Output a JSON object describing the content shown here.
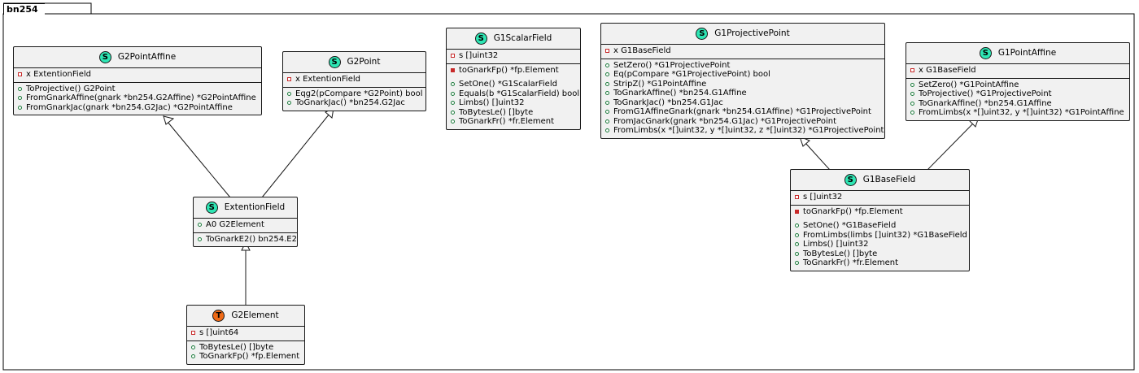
{
  "package": {
    "name": "bn254"
  },
  "classes": {
    "g2pointaffine": {
      "stereotype": "S",
      "name": "G2PointAffine",
      "fields": [
        {
          "vis": "private",
          "text": "x ExtentionField"
        }
      ],
      "methods": [
        {
          "vis": "public",
          "text": "ToProjective() G2Point"
        },
        {
          "vis": "public",
          "text": "FromGnarkAffine(gnark *bn254.G2Affine) *G2PointAffine"
        },
        {
          "vis": "public",
          "text": "FromGnarkJac(gnark *bn254.G2Jac) *G2PointAffine"
        }
      ]
    },
    "g2point": {
      "stereotype": "S",
      "name": "G2Point",
      "fields": [
        {
          "vis": "private",
          "text": "x ExtentionField"
        }
      ],
      "methods": [
        {
          "vis": "public",
          "text": "Eqg2(pCompare *G2Point) bool"
        },
        {
          "vis": "public",
          "text": "ToGnarkJac() *bn254.G2Jac"
        }
      ]
    },
    "g1scalarfield": {
      "stereotype": "S",
      "name": "G1ScalarField",
      "fields": [
        {
          "vis": "private",
          "text": "s []uint32"
        }
      ],
      "methods": [
        {
          "vis": "private-method",
          "text": "toGnarkFp() *fp.Element"
        },
        {
          "vis": "blank",
          "text": ""
        },
        {
          "vis": "public",
          "text": "SetOne() *G1ScalarField"
        },
        {
          "vis": "public",
          "text": "Equals(b *G1ScalarField) bool"
        },
        {
          "vis": "public",
          "text": "Limbs() []uint32"
        },
        {
          "vis": "public",
          "text": "ToBytesLe() []byte"
        },
        {
          "vis": "public",
          "text": "ToGnarkFr() *fr.Element"
        }
      ]
    },
    "g1projectivepoint": {
      "stereotype": "S",
      "name": "G1ProjectivePoint",
      "fields": [
        {
          "vis": "private",
          "text": "x G1BaseField"
        }
      ],
      "methods": [
        {
          "vis": "public",
          "text": "SetZero() *G1ProjectivePoint"
        },
        {
          "vis": "public",
          "text": "Eq(pCompare *G1ProjectivePoint) bool"
        },
        {
          "vis": "public",
          "text": "StripZ() *G1PointAffine"
        },
        {
          "vis": "public",
          "text": "ToGnarkAffine() *bn254.G1Affine"
        },
        {
          "vis": "public",
          "text": "ToGnarkJac() *bn254.G1Jac"
        },
        {
          "vis": "public",
          "text": "FromG1AffineGnark(gnark *bn254.G1Affine) *G1ProjectivePoint"
        },
        {
          "vis": "public",
          "text": "FromJacGnark(gnark *bn254.G1Jac) *G1ProjectivePoint"
        },
        {
          "vis": "public",
          "text": "FromLimbs(x *[]uint32, y *[]uint32, z *[]uint32) *G1ProjectivePoint"
        }
      ]
    },
    "g1pointaffine": {
      "stereotype": "S",
      "name": "G1PointAffine",
      "fields": [
        {
          "vis": "private",
          "text": "x G1BaseField"
        }
      ],
      "methods": [
        {
          "vis": "public",
          "text": "SetZero() *G1PointAffine"
        },
        {
          "vis": "public",
          "text": "ToProjective() *G1ProjectivePoint"
        },
        {
          "vis": "public",
          "text": "ToGnarkAffine() *bn254.G1Affine"
        },
        {
          "vis": "public",
          "text": "FromLimbs(x *[]uint32, y *[]uint32) *G1PointAffine"
        }
      ]
    },
    "extentionfield": {
      "stereotype": "S",
      "name": "ExtentionField",
      "fields": [
        {
          "vis": "public",
          "text": "A0 G2Element"
        }
      ],
      "methods": [
        {
          "vis": "public",
          "text": "ToGnarkE2() bn254.E2"
        }
      ]
    },
    "g1basefield": {
      "stereotype": "S",
      "name": "G1BaseField",
      "fields": [
        {
          "vis": "private",
          "text": "s []uint32"
        }
      ],
      "methods": [
        {
          "vis": "private-method",
          "text": "toGnarkFp() *fp.Element"
        },
        {
          "vis": "blank",
          "text": ""
        },
        {
          "vis": "public",
          "text": "SetOne() *G1BaseField"
        },
        {
          "vis": "public",
          "text": "FromLimbs(limbs []uint32) *G1BaseField"
        },
        {
          "vis": "public",
          "text": "Limbs() []uint32"
        },
        {
          "vis": "public",
          "text": "ToBytesLe() []byte"
        },
        {
          "vis": "public",
          "text": "ToGnarkFr() *fr.Element"
        }
      ]
    },
    "g2element": {
      "stereotype": "T",
      "name": "G2Element",
      "fields": [
        {
          "vis": "private",
          "text": "s []uint64"
        }
      ],
      "methods": [
        {
          "vis": "public",
          "text": "ToBytesLe() []byte"
        },
        {
          "vis": "public",
          "text": "ToGnarkFp() *fp.Element"
        }
      ]
    }
  },
  "relations": [
    {
      "from": "extentionfield",
      "to": "g2pointaffine",
      "kind": "extends"
    },
    {
      "from": "extentionfield",
      "to": "g2point",
      "kind": "extends"
    },
    {
      "from": "g2element",
      "to": "extentionfield",
      "kind": "extends"
    },
    {
      "from": "g1basefield",
      "to": "g1projectivepoint",
      "kind": "extends"
    },
    {
      "from": "g1basefield",
      "to": "g1pointaffine",
      "kind": "extends"
    }
  ]
}
